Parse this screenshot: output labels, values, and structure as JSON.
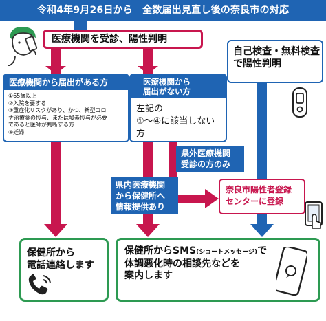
{
  "title": "令和4年9月26日から　全数届出見直し後の奈良市の対応",
  "visit_box": {
    "text": "医療機関を受診、陽性判明"
  },
  "self_test_box": {
    "line1": "自己検査・無料検査",
    "line2": "で陽性判明"
  },
  "report_box": {
    "heading": "医療機関から届出がある方",
    "items": [
      "①65歳以上",
      "②入院を要する",
      "③重症化リスクがあり、かつ、新型コロ",
      "ナ治療薬の投与、または酸素投与が必要",
      "であると医師が判断する方",
      "④妊婦"
    ]
  },
  "no_report_box": {
    "heading_line1": "医療機関から",
    "heading_line2": "届出がない方",
    "body_line1": "左記の",
    "body_line2": "①～④に該当しない方"
  },
  "out_pref_label": {
    "line1": "県外医療機関",
    "line2": "受診の方のみ"
  },
  "in_pref_label": {
    "line1": "県内医療機関",
    "line2": "から保健所へ",
    "line3": "情報提供あり"
  },
  "center_box": {
    "line1": "奈良市陽性者登録",
    "line2": "センターに登録"
  },
  "phone_box": {
    "line1": "保健所から",
    "line2": "電話連絡します"
  },
  "sms_box": {
    "line1_main": "保健所からSMS",
    "line1_small": "(ショートメッセージ)",
    "line1_end": "で",
    "line2": "体調悪化時の相談先などを",
    "line3": "案内します"
  },
  "colors": {
    "blue": "#1f64b3",
    "crimson": "#c8164e",
    "green": "#2d9a52"
  },
  "icons": [
    "person-phone-icon",
    "test-kit-icon",
    "tablet-tap-icon",
    "phone-handset-icon",
    "smartphone-icon"
  ]
}
